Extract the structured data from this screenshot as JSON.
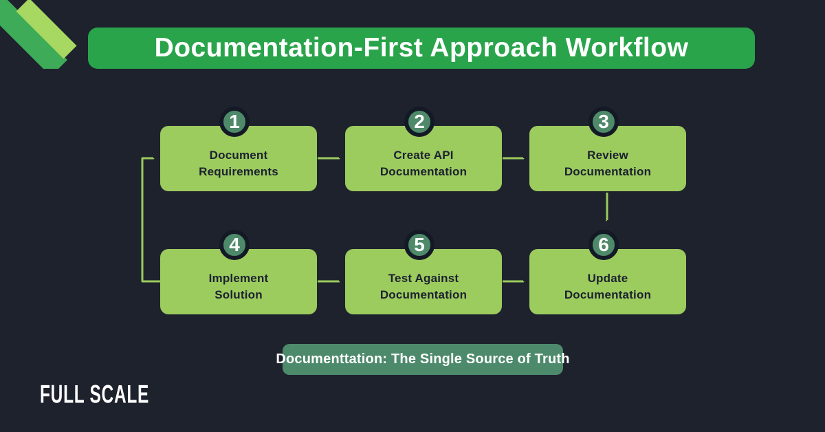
{
  "header": {
    "title": "Documentation-First Approach Workflow"
  },
  "steps": [
    {
      "number": "1",
      "line1": "Document",
      "line2": "Requirements"
    },
    {
      "number": "2",
      "line1": "Create API",
      "line2": "Documentation"
    },
    {
      "number": "3",
      "line1": "Review",
      "line2": "Documentation"
    },
    {
      "number": "4",
      "line1": "Implement",
      "line2": "Solution"
    },
    {
      "number": "5",
      "line1": "Test Against",
      "line2": "Documentation"
    },
    {
      "number": "6",
      "line1": "Update",
      "line2": "Documentation"
    }
  ],
  "banner": {
    "label": "Documenttation: The Single Source of Truth"
  },
  "logo": {
    "text": "FULL SCALE"
  },
  "colors": {
    "background": "#1e222d",
    "title_bar": "#29a44b",
    "box": "#9ccb5e",
    "badge": "#4e8a69",
    "badge_ring": "#141926",
    "banner": "#4d8a6c",
    "arrow": "#9ccb5e",
    "ribbon_dark": "#3dab57",
    "ribbon_light": "#a6d862",
    "text_dark": "#1c2130",
    "text_light": "#ffffff"
  }
}
